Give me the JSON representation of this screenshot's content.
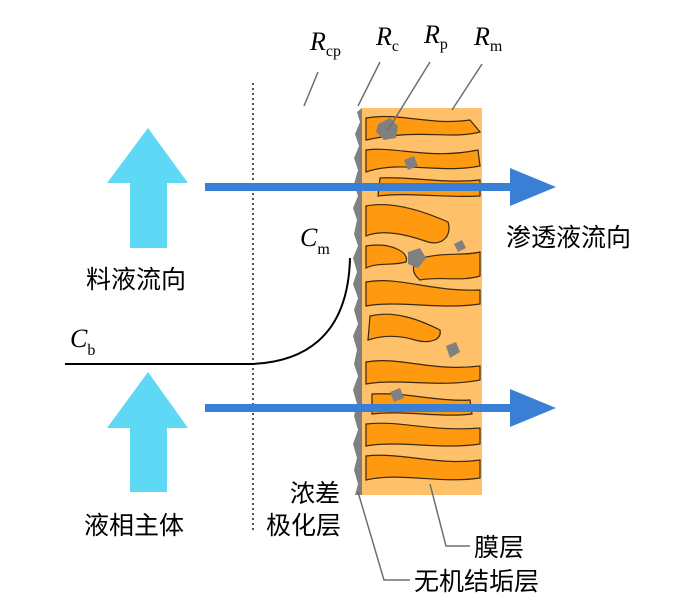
{
  "labels": {
    "R_cp": {
      "main": "R",
      "sub": "cp"
    },
    "R_c": {
      "main": "R",
      "sub": "c"
    },
    "R_p": {
      "main": "R",
      "sub": "p"
    },
    "R_m": {
      "main": "R",
      "sub": "m"
    },
    "C_m": {
      "main": "C",
      "sub": "m"
    },
    "C_b": {
      "main": "C",
      "sub": "b"
    },
    "feed_flow": "料液流向",
    "permeate_flow": "渗透液流向",
    "bulk_liquid": "液相主体",
    "cp_layer_line1": "浓差",
    "cp_layer_line2": "极化层",
    "membrane_layer": "膜层",
    "inorganic_scale_layer": "无机结垢层"
  },
  "colors": {
    "up_arrow": "#5fd8f5",
    "flow_arrow": "#3a7fd6",
    "membrane_light": "#ffc06a",
    "membrane_dark": "#ff9a10",
    "scale_layer": "#808080",
    "particle": "#808080",
    "line": "#000000",
    "pointer": "#6e6e6e"
  }
}
